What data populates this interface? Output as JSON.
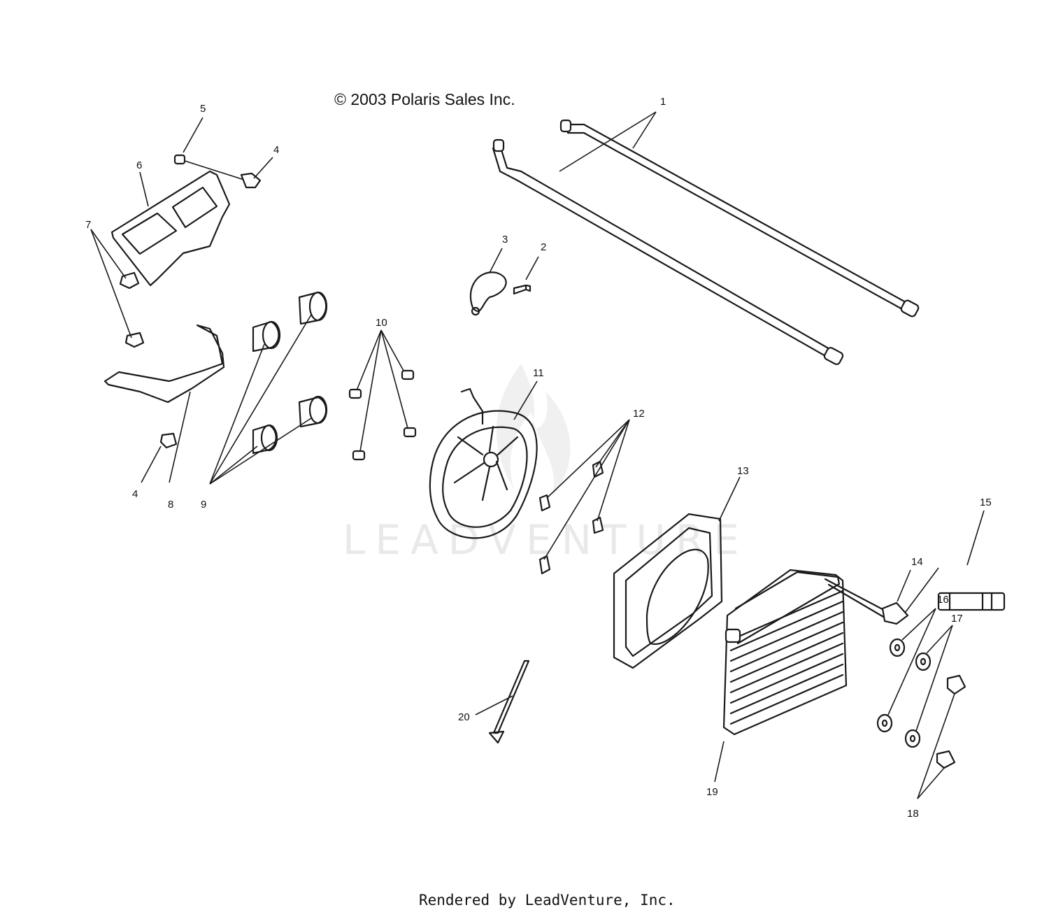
{
  "copyright": "© 2003 Polaris Sales Inc.",
  "footer": "Rendered by LeadVenture, Inc.",
  "watermark": "LEADVENTURE",
  "callouts": [
    "1",
    "2",
    "3",
    "4",
    "4",
    "5",
    "6",
    "7",
    "8",
    "9",
    "10",
    "11",
    "12",
    "13",
    "14",
    "15",
    "16",
    "17",
    "18",
    "19",
    "20"
  ],
  "colors": {
    "line": "#1a1a1a",
    "watermark": "#e9e9e9",
    "background": "#ffffff"
  },
  "icons": [
    "watermark-flame-icon"
  ]
}
